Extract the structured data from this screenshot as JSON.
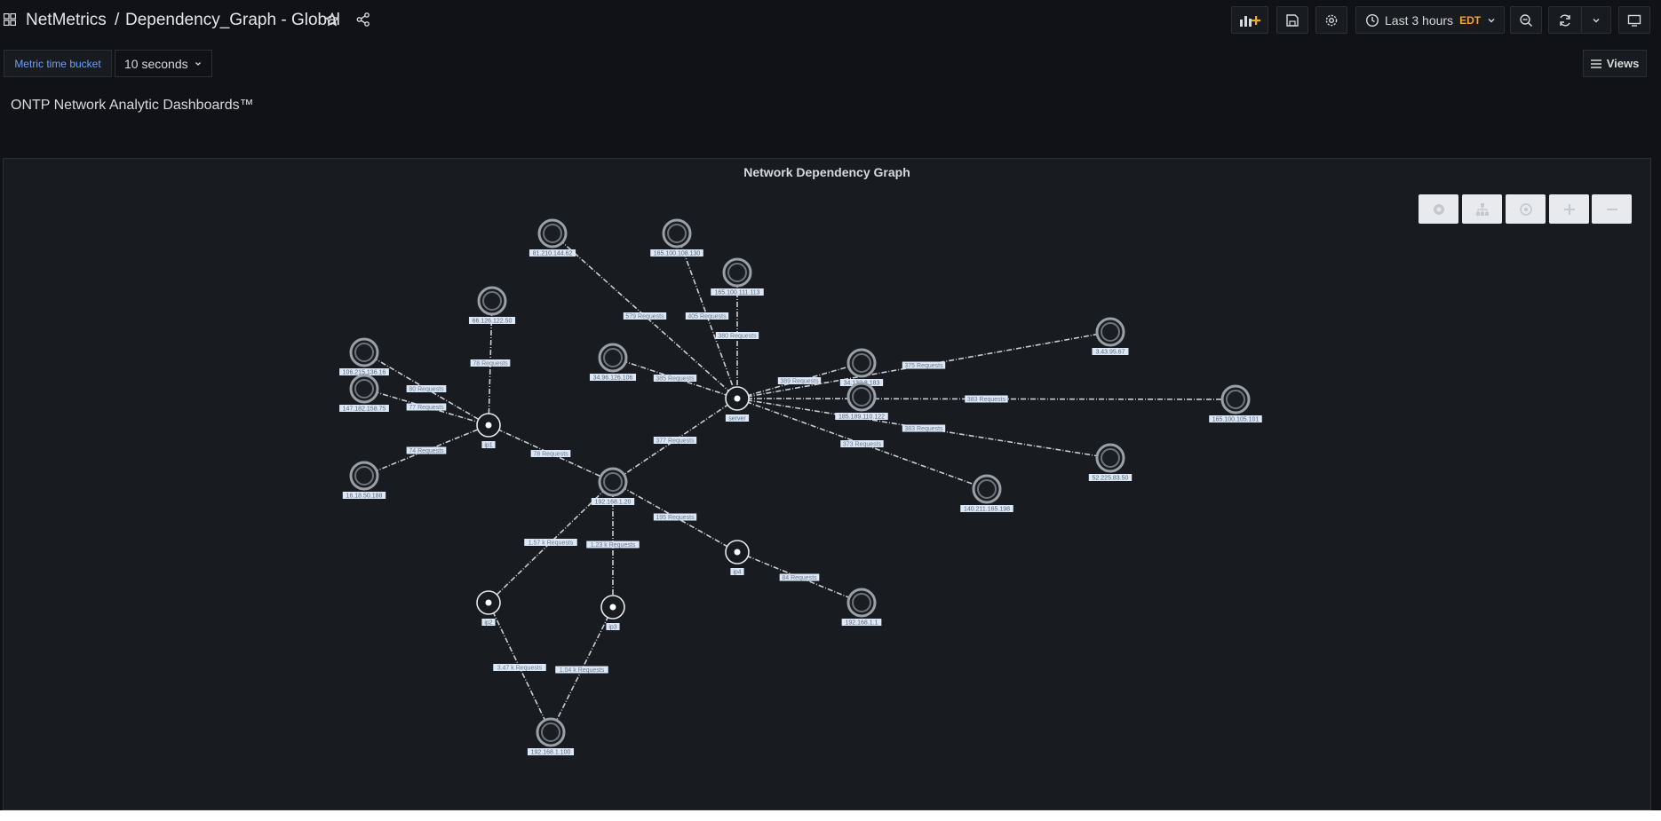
{
  "header": {
    "app_name": "NetMetrics",
    "separator": "/",
    "dashboard_title": "Dependency_Graph - Global",
    "time_range": "Last 3 hours",
    "timezone": "EDT"
  },
  "variables": {
    "label": "Metric time bucket",
    "value": "10 seconds"
  },
  "views_button": "Views",
  "subtitle": "ONTP Network Analytic Dashboards™",
  "panel": {
    "title": "Network Dependency Graph"
  },
  "graph": {
    "nodes": [
      {
        "id": "n_top1",
        "label": "81.210.144.62",
        "type": "ring"
      },
      {
        "id": "n_top2",
        "label": "165.100.108.130",
        "type": "ring"
      },
      {
        "id": "n_top3",
        "label": "165.100.111.113",
        "type": "ring"
      },
      {
        "id": "n_left1",
        "label": "66.126.122.50",
        "type": "ring"
      },
      {
        "id": "n_left2",
        "label": "106.215.136.16",
        "type": "ring"
      },
      {
        "id": "n_left3",
        "label": "147.182.158.75",
        "type": "ring"
      },
      {
        "id": "n_left4",
        "label": "16.18.50.188",
        "type": "ring"
      },
      {
        "id": "n_mid1",
        "label": "34.96.126.106",
        "type": "ring"
      },
      {
        "id": "n_hubL",
        "label": "ip1",
        "type": "hub"
      },
      {
        "id": "n_hubC",
        "label": "server",
        "type": "hub"
      },
      {
        "id": "n_mainR",
        "label": "192.168.1.20",
        "type": "ring"
      },
      {
        "id": "n_r1",
        "label": "34.133.8.183",
        "type": "ring"
      },
      {
        "id": "n_r2",
        "label": "185.189.110.122",
        "type": "ring"
      },
      {
        "id": "n_far1",
        "label": "3.43.95.67",
        "type": "ring"
      },
      {
        "id": "n_far2",
        "label": "165.100.105.101",
        "type": "ring"
      },
      {
        "id": "n_far3",
        "label": "52.225.83.50",
        "type": "ring"
      },
      {
        "id": "n_far4",
        "label": "140.211.165.198",
        "type": "ring"
      },
      {
        "id": "n_hubB1",
        "label": "ip2",
        "type": "hub"
      },
      {
        "id": "n_hubB2",
        "label": "ip3",
        "type": "hub"
      },
      {
        "id": "n_hubB3",
        "label": "ip4",
        "type": "hub"
      },
      {
        "id": "n_b1",
        "label": "192.168.1.1",
        "type": "ring"
      },
      {
        "id": "n_bottom",
        "label": "192.168.1.100",
        "type": "ring"
      }
    ],
    "edges": [
      {
        "from": "n_top1",
        "to": "n_hubC",
        "label": "579 Requests"
      },
      {
        "from": "n_top2",
        "to": "n_hubC",
        "label": "405 Requests"
      },
      {
        "from": "n_top3",
        "to": "n_hubC",
        "label": "380 Requests"
      },
      {
        "from": "n_mid1",
        "to": "n_hubC",
        "label": "385 Requests"
      },
      {
        "from": "n_hubC",
        "to": "n_r1",
        "label": "389 Requests"
      },
      {
        "from": "n_hubC",
        "to": "n_far1",
        "label": "375 Requests"
      },
      {
        "from": "n_hubC",
        "to": "n_far2",
        "label": "383 Requests"
      },
      {
        "from": "n_hubC",
        "to": "n_far3",
        "label": "383 Requests"
      },
      {
        "from": "n_hubC",
        "to": "n_far4",
        "label": "373 Requests"
      },
      {
        "from": "n_hubC",
        "to": "n_mainR",
        "label": "377 Requests"
      },
      {
        "from": "n_left1",
        "to": "n_hubL",
        "label": "78 Requests"
      },
      {
        "from": "n_left2",
        "to": "n_hubL",
        "label": "80 Requests"
      },
      {
        "from": "n_left3",
        "to": "n_hubL",
        "label": "77 Requests"
      },
      {
        "from": "n_left4",
        "to": "n_hubL",
        "label": "74 Requests"
      },
      {
        "from": "n_hubL",
        "to": "n_mainR",
        "label": "78 Requests"
      },
      {
        "from": "n_mainR",
        "to": "n_hubB1",
        "label": "1.57 k Requests"
      },
      {
        "from": "n_mainR",
        "to": "n_hubB2",
        "label": "1.23 k Requests"
      },
      {
        "from": "n_mainR",
        "to": "n_hubB3",
        "label": "195 Requests"
      },
      {
        "from": "n_hubB3",
        "to": "n_b1",
        "label": "84 Requests"
      },
      {
        "from": "n_hubB1",
        "to": "n_bottom",
        "label": "3.47 k Requests"
      },
      {
        "from": "n_hubB2",
        "to": "n_bottom",
        "label": "1.04 k Requests"
      }
    ]
  },
  "icons": {
    "apps": "grid-icon",
    "favorite": "star-icon",
    "share": "share-icon",
    "add_panel": "add-panel-icon",
    "save": "save-icon",
    "settings": "gear-icon",
    "time": "clock-icon",
    "zoom_out": "zoom-out-icon",
    "refresh": "refresh-icon",
    "tv_mode": "monitor-icon"
  }
}
